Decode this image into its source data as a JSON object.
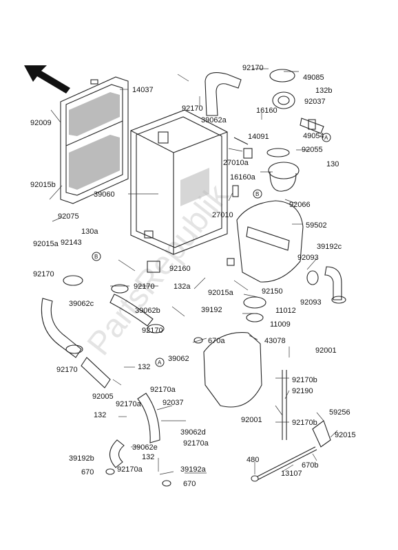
{
  "watermark": "PartsRepublik",
  "callout_letters": [
    "A",
    "B"
  ],
  "part_labels": [
    {
      "id": "92170_top",
      "text": "92170"
    },
    {
      "id": "49085",
      "text": "49085"
    },
    {
      "id": "14037",
      "text": "14037"
    },
    {
      "id": "132b",
      "text": "132b"
    },
    {
      "id": "92037_top",
      "text": "92037"
    },
    {
      "id": "92170_b",
      "text": "92170"
    },
    {
      "id": "16160",
      "text": "16160"
    },
    {
      "id": "39062a",
      "text": "39062a"
    },
    {
      "id": "92009",
      "text": "92009"
    },
    {
      "id": "49054",
      "text": "49054"
    },
    {
      "id": "14091",
      "text": "14091"
    },
    {
      "id": "92055",
      "text": "92055"
    },
    {
      "id": "27010a",
      "text": "27010a"
    },
    {
      "id": "130",
      "text": "130"
    },
    {
      "id": "92015b",
      "text": "92015b"
    },
    {
      "id": "16160a",
      "text": "16160a"
    },
    {
      "id": "39060",
      "text": "39060"
    },
    {
      "id": "92066",
      "text": "92066"
    },
    {
      "id": "92075",
      "text": "92075"
    },
    {
      "id": "27010",
      "text": "27010"
    },
    {
      "id": "59502",
      "text": "59502"
    },
    {
      "id": "130a",
      "text": "130a"
    },
    {
      "id": "92015a_l",
      "text": "92015a"
    },
    {
      "id": "39192c",
      "text": "39192c"
    },
    {
      "id": "92143",
      "text": "92143"
    },
    {
      "id": "92093_a",
      "text": "92093"
    },
    {
      "id": "92170_c",
      "text": "92170"
    },
    {
      "id": "92160",
      "text": "92160"
    },
    {
      "id": "92170_d",
      "text": "92170"
    },
    {
      "id": "92015a_m",
      "text": "92015a"
    },
    {
      "id": "92150",
      "text": "92150"
    },
    {
      "id": "132a",
      "text": "132a"
    },
    {
      "id": "92093_b",
      "text": "92093"
    },
    {
      "id": "39062c",
      "text": "39062c"
    },
    {
      "id": "39062b",
      "text": "39062b"
    },
    {
      "id": "11012",
      "text": "11012"
    },
    {
      "id": "39192",
      "text": "39192"
    },
    {
      "id": "11009",
      "text": "11009"
    },
    {
      "id": "92170_e",
      "text": "92170"
    },
    {
      "id": "670a",
      "text": "670a"
    },
    {
      "id": "43078",
      "text": "43078"
    },
    {
      "id": "92001_r",
      "text": "92001"
    },
    {
      "id": "92170_f",
      "text": "92170"
    },
    {
      "id": "39062",
      "text": "39062"
    },
    {
      "id": "132_a",
      "text": "132"
    },
    {
      "id": "92170b_a",
      "text": "92170b"
    },
    {
      "id": "92005",
      "text": "92005"
    },
    {
      "id": "92170a_a",
      "text": "92170a"
    },
    {
      "id": "92190",
      "text": "92190"
    },
    {
      "id": "92170a_b",
      "text": "92170a"
    },
    {
      "id": "92037_b",
      "text": "92037"
    },
    {
      "id": "59256",
      "text": "59256"
    },
    {
      "id": "132_b",
      "text": "132"
    },
    {
      "id": "92001_m",
      "text": "92001"
    },
    {
      "id": "92170b_b",
      "text": "92170b"
    },
    {
      "id": "39062d",
      "text": "39062d"
    },
    {
      "id": "92015",
      "text": "92015"
    },
    {
      "id": "92170a_c",
      "text": "92170a"
    },
    {
      "id": "39192b",
      "text": "39192b"
    },
    {
      "id": "39062e",
      "text": "39062e"
    },
    {
      "id": "132_c",
      "text": "132"
    },
    {
      "id": "480",
      "text": "480"
    },
    {
      "id": "670b",
      "text": "670b"
    },
    {
      "id": "670_a",
      "text": "670"
    },
    {
      "id": "92170a_d",
      "text": "92170a"
    },
    {
      "id": "39192a",
      "text": "39192a"
    },
    {
      "id": "13107",
      "text": "13107"
    },
    {
      "id": "670_b",
      "text": "670"
    }
  ]
}
